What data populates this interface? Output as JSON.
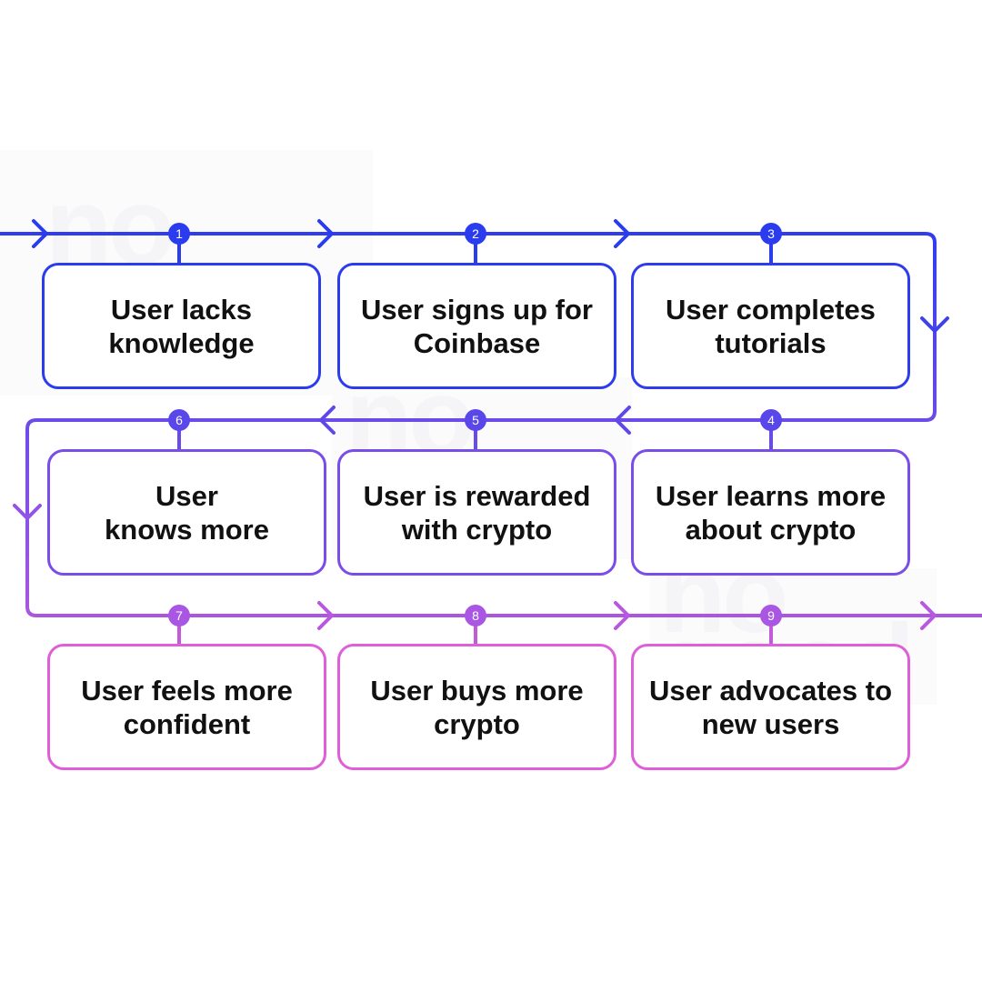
{
  "watermark": {
    "line1": "no",
    "line2": "good"
  },
  "colors": {
    "row1": "#2b3bee",
    "row2": "#7b4fe8",
    "row3": "#e25fd6",
    "watermark": "#f5f5f7"
  },
  "steps": [
    {
      "number": "1",
      "label": "User lacks\nknowledge"
    },
    {
      "number": "2",
      "label": "User signs up for\nCoinbase"
    },
    {
      "number": "3",
      "label": "User completes\ntutorials"
    },
    {
      "number": "4",
      "label": "User learns more\nabout crypto"
    },
    {
      "number": "5",
      "label": "User is rewarded\nwith crypto"
    },
    {
      "number": "6",
      "label": "User\nknows more"
    },
    {
      "number": "7",
      "label": "User feels more\nconfident"
    },
    {
      "number": "8",
      "label": "User buys more\ncrypto"
    },
    {
      "number": "9",
      "label": "User advocates to\nnew users"
    }
  ]
}
